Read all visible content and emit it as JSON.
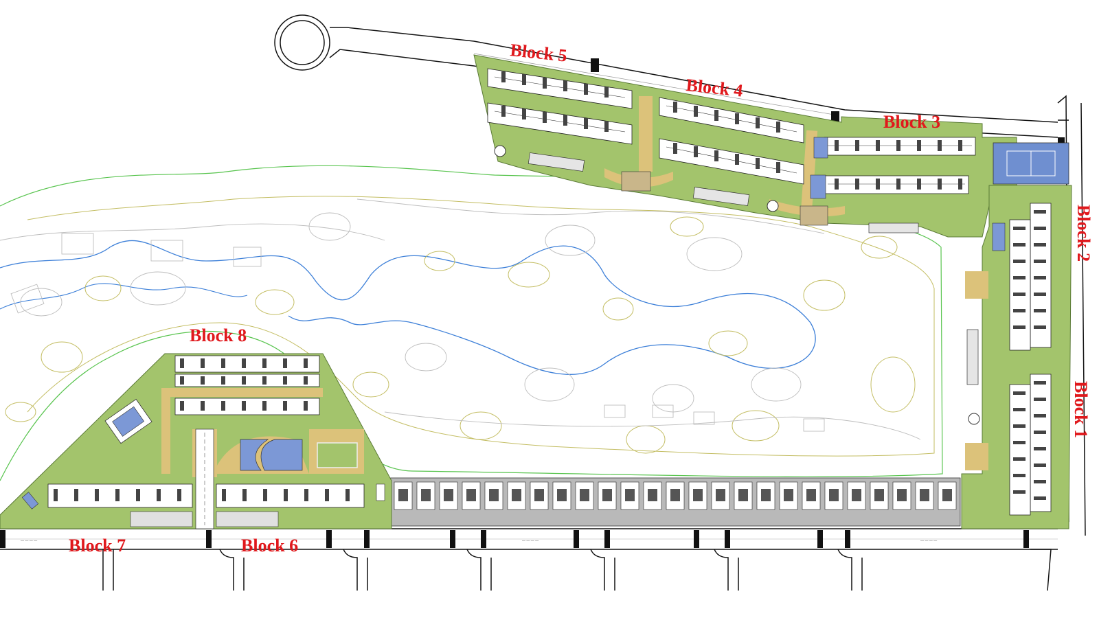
{
  "colors": {
    "label": "#e0181c",
    "green": "#a3c46c",
    "green_dark": "#7fa34f",
    "path": "#dcc27a",
    "pool": "#7c98d6",
    "court": "#6f8fd0",
    "creek": "#3c7fd8",
    "contour_green": "#58c44e",
    "contour_olive": "#c3bd62",
    "contour_grey": "#bdbdbd",
    "road": "#111111"
  },
  "blocks": {
    "block1": "Block 1",
    "block2": "Block 2",
    "block3": "Block 3",
    "block4": "Block 4",
    "block5": "Block 5",
    "block6": "Block 6",
    "block7": "Block 7",
    "block8": "Block 8"
  }
}
